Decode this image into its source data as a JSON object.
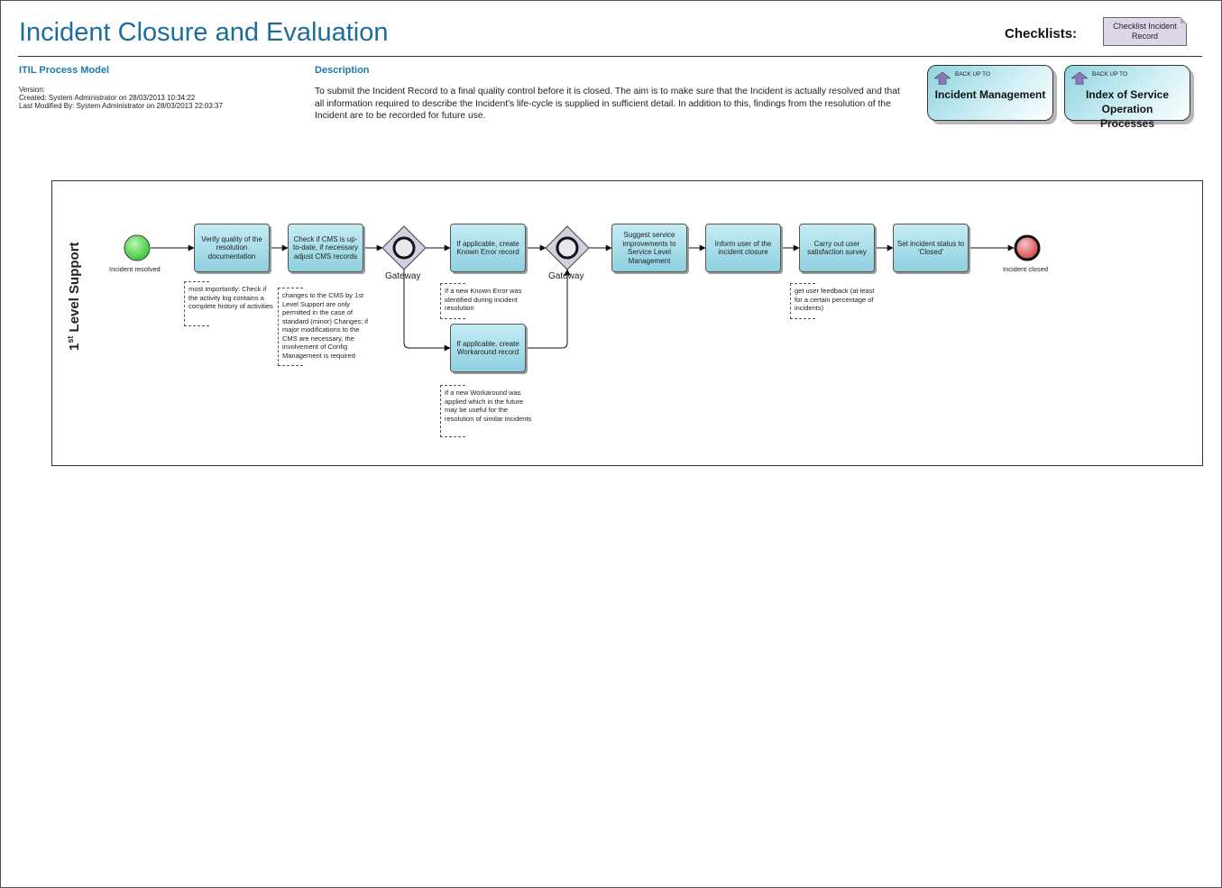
{
  "header": {
    "title": "Incident Closure and Evaluation",
    "checklists_label": "Checklists:",
    "checklist_item": "Checklist Incident Record"
  },
  "meta": {
    "section": "ITIL Process Model",
    "version_label": "Version:",
    "created": "Created: System Administrator on 28/03/2013 10:34:22",
    "modified": "Last Modified By: System Administrator on 28/03/2013 22:03:37"
  },
  "description": {
    "heading": "Description",
    "text": "To submit the Incident Record to a final quality control before it is closed. The aim is to make sure that the Incident is actually resolved and that all information required to describe the Incident's life-cycle is supplied in sufficient detail. In addition to this, findings from the resolution of the Incident are to be recorded for future use."
  },
  "backups": [
    {
      "caption": "BACK UP TO",
      "name": "Incident Management"
    },
    {
      "caption": "BACK UP TO",
      "name": "Index of Service Operation Processes"
    }
  ],
  "lane": {
    "label": "Level Support",
    "ordinal": "1",
    "suffix": "st"
  },
  "events": {
    "start": "Incident resolved",
    "end": "Incident closed"
  },
  "gateways": [
    "Gateway",
    "Gateway"
  ],
  "tasks": {
    "verify": "Verify quality of the resolution documentation",
    "check_cms": "Check if CMS is up-to-date, if necessary adjust CMS records",
    "known_error": "If applicable, create Known Error record",
    "workaround": "If applicable, create Workaround record",
    "suggest": "Suggest service improvements to Service Level Management",
    "inform": "Inform user of the incident closure",
    "survey": "Carry out user satisfaction survey",
    "set_status": "Set incident status to 'Closed'"
  },
  "notes": {
    "verify": "most importantly: Check if the activity log contains a complete history of activities",
    "cms": "changes to the CMS by 1st Level Support are only permitted in the case of standard (minor) Changes; if major modifications to the CMS are necessary, the involvement of Config Management is required",
    "known_error": "If a new Known Error was identified during incident resolution",
    "workaround": "If a new Workaround was applied which in the future may be useful for the resolution of similar incidents",
    "survey": "get user feedback (at least for a certain percentage of incidents)"
  },
  "colors": {
    "title": "#1c6c9c",
    "heading": "#1c7ab0",
    "task_fill": "#8ed0e0",
    "start_event": "#55d455",
    "end_event": "#e06060",
    "gateway": "#cfcfe0"
  }
}
